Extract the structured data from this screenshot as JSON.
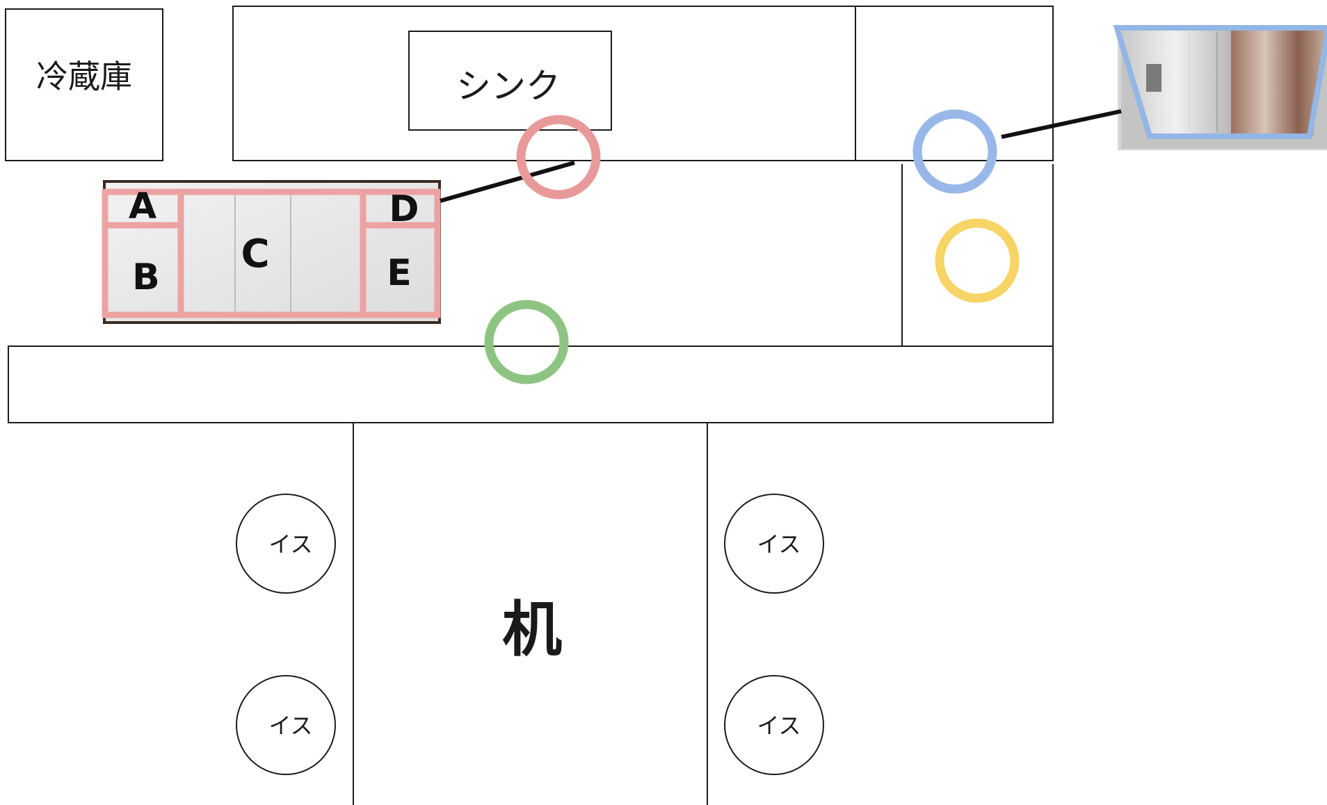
{
  "labels": {
    "refrigerator": "冷蔵庫",
    "sink": "シンク",
    "desk": "机",
    "chair": "イス"
  },
  "cabinet": {
    "sections": [
      "A",
      "B",
      "C",
      "D",
      "E"
    ]
  },
  "markers": [
    {
      "name": "red-circle-marker",
      "color": "#e89a9a"
    },
    {
      "name": "blue-circle-marker",
      "color": "#97b8e8"
    },
    {
      "name": "yellow-circle-marker",
      "color": "#f6d465"
    },
    {
      "name": "green-circle-marker",
      "color": "#8ec482"
    }
  ],
  "colors": {
    "cabinet_outline": "#eda2a2",
    "drawer_photo_outline": "#92b6e6",
    "line": "#111111"
  }
}
